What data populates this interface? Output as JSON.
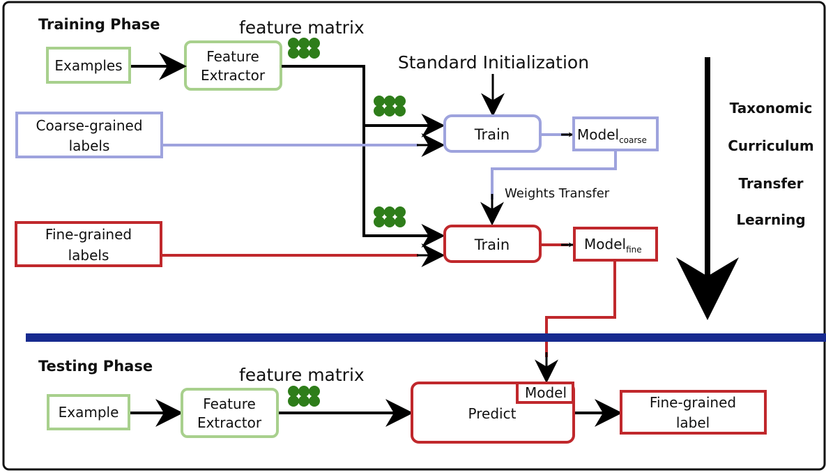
{
  "training": {
    "title": "Training Phase",
    "feature_matrix_label": "feature matrix",
    "examples_label": "Examples",
    "extractor_line1": "Feature",
    "extractor_line2": "Extractor",
    "standard_init": "Standard Initialization",
    "coarse_labels_line1": "Coarse-grained",
    "coarse_labels_line2": "labels",
    "fine_labels_line1": "Fine-grained",
    "fine_labels_line2": "labels",
    "train_coarse": "Train",
    "train_fine": "Train",
    "model_coarse_main": "Model",
    "model_coarse_sub": "coarse",
    "model_fine_main": "Model",
    "model_fine_sub": "fine",
    "weights_transfer": "Weights Transfer"
  },
  "side": {
    "line1": "Taxonomic",
    "line2": "Curriculum",
    "line3": "Transfer",
    "line4": "Learning"
  },
  "testing": {
    "title": "Testing Phase",
    "feature_matrix_label": "feature matrix",
    "example_label": "Example",
    "extractor_line1": "Feature",
    "extractor_line2": "Extractor",
    "predict_label": "Predict",
    "model_tag": "Model",
    "output_line1": "Fine-grained",
    "output_line2": "label"
  },
  "colors": {
    "green": "#a8d08d",
    "blue": "#9ea3dd",
    "red": "#c0282c",
    "navy": "#172a8f",
    "dot_green": "#2e7d1a",
    "black": "#000000"
  }
}
